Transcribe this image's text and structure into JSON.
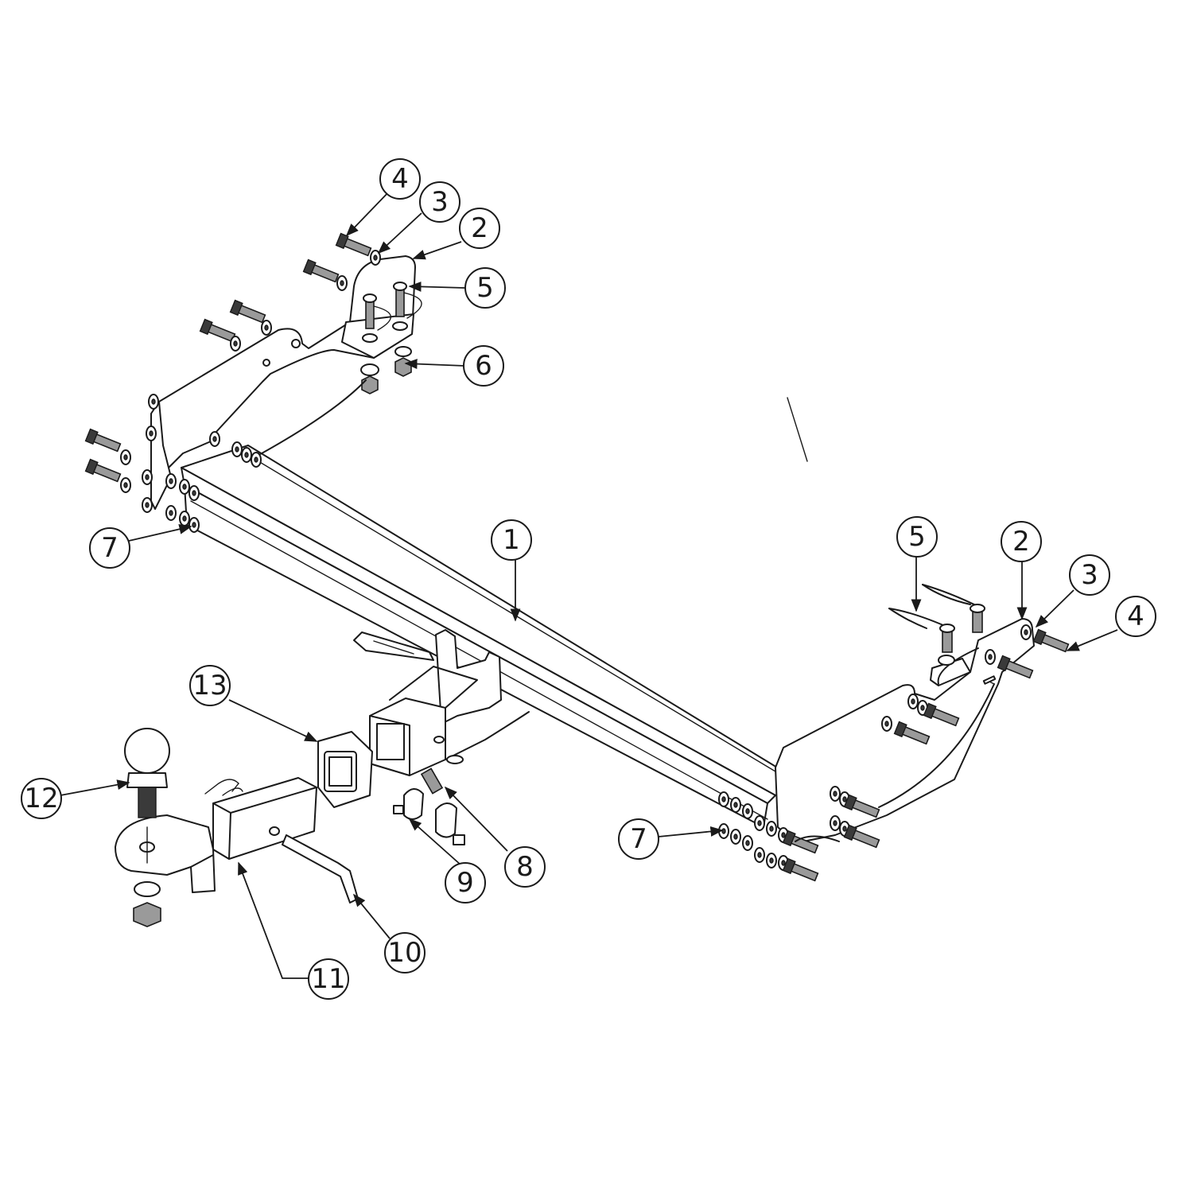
{
  "callouts": [
    {
      "id": "c4-top",
      "label": "4"
    },
    {
      "id": "c3-top",
      "label": "3"
    },
    {
      "id": "c2-top",
      "label": "2"
    },
    {
      "id": "c5-top",
      "label": "5"
    },
    {
      "id": "c6",
      "label": "6"
    },
    {
      "id": "c7-left",
      "label": "7"
    },
    {
      "id": "c1",
      "label": "1"
    },
    {
      "id": "c5-right",
      "label": "5"
    },
    {
      "id": "c2-right",
      "label": "2"
    },
    {
      "id": "c3-right",
      "label": "3"
    },
    {
      "id": "c4-right",
      "label": "4"
    },
    {
      "id": "c13",
      "label": "13"
    },
    {
      "id": "c12",
      "label": "12"
    },
    {
      "id": "c7-right",
      "label": "7"
    },
    {
      "id": "c8",
      "label": "8"
    },
    {
      "id": "c9",
      "label": "9"
    },
    {
      "id": "c10",
      "label": "10"
    },
    {
      "id": "c11",
      "label": "11"
    }
  ],
  "colors": {
    "line": "#1a1a1a",
    "background": "#ffffff",
    "hardware_fill": "#9a9a9a"
  }
}
